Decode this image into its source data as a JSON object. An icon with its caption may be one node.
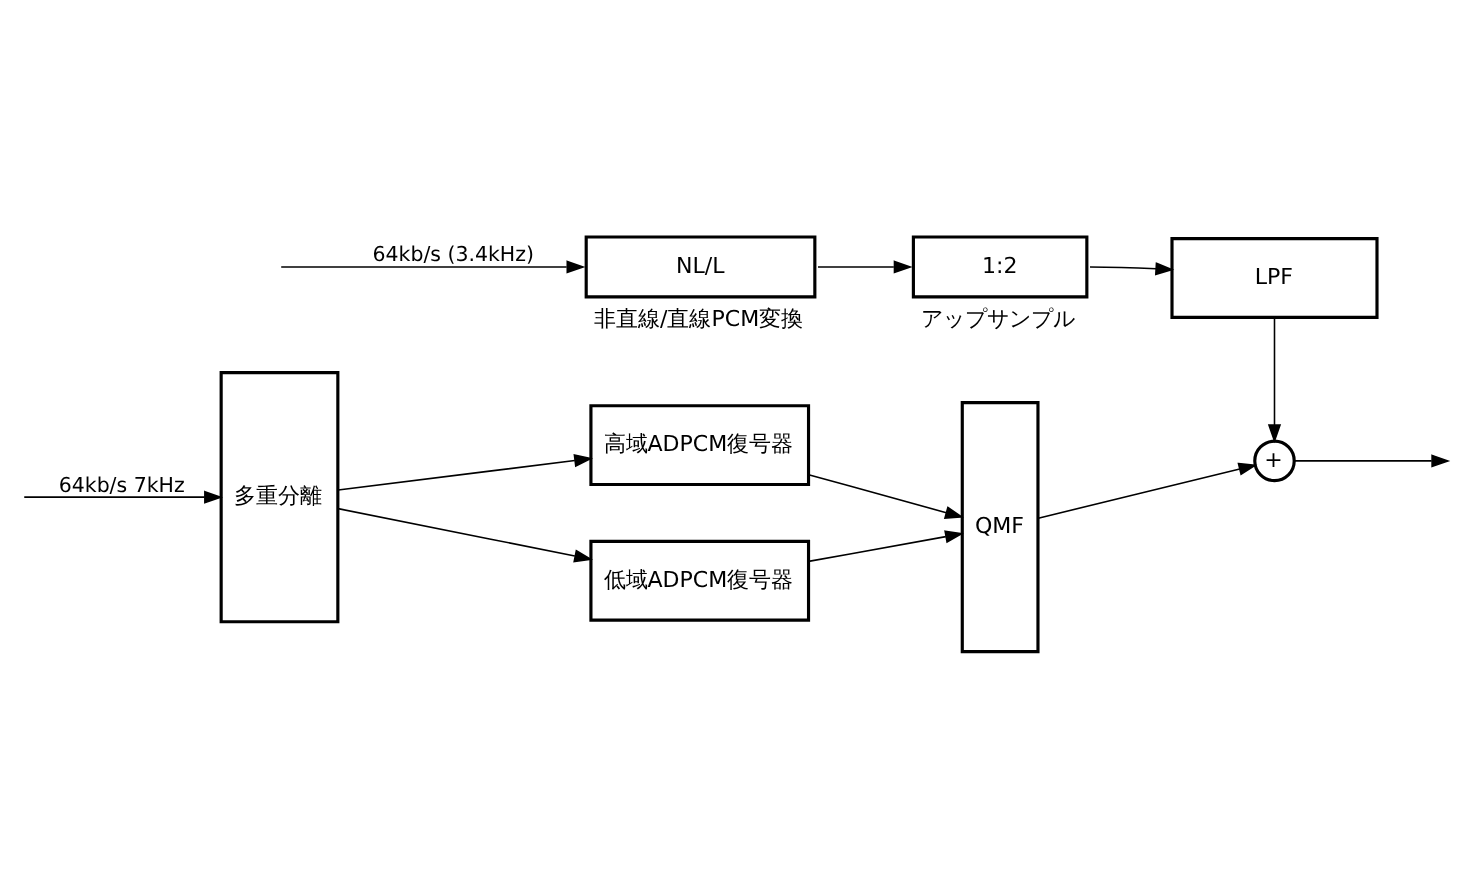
{
  "diagram": {
    "nodes": [
      {
        "text": [
          "多重分離"
        ]
      },
      {
        "text": [
          "高域ADPCM復号器"
        ]
      },
      {
        "text": [
          "低域ADPCM復号器"
        ]
      },
      {
        "text": [
          "QMF"
        ]
      },
      {
        "text": [
          "+"
        ]
      },
      {
        "text": [
          "NL/L"
        ],
        "beside": [
          "非直線/直線PCM変換"
        ]
      },
      {
        "text": [
          "1:2"
        ],
        "beside": [
          "アップサンプル"
        ]
      },
      {
        "text": [
          "LPF"
        ]
      }
    ],
    "edges": [
      {
        "from": null,
        "to": 0,
        "arrow": "to",
        "label": "64kb/s 7kHz"
      },
      {
        "from": 0,
        "to": 1,
        "arrow": "to"
      },
      {
        "from": 0,
        "to": 2,
        "arrow": "to"
      },
      {
        "from": 1,
        "to": 3,
        "arrow": "to"
      },
      {
        "from": 2,
        "to": 3,
        "arrow": "to"
      },
      {
        "from": 3,
        "to": 4,
        "arrow": "to"
      },
      {
        "from": 4,
        "to": null,
        "arrow": "to"
      },
      {
        "from": null,
        "to": 5,
        "arrow": "to",
        "label": "64kb/s (3.4kHz)"
      },
      {
        "from": 5,
        "to": 6,
        "arrow": "to"
      },
      {
        "from": 6,
        "to": 7,
        "arrow": "to"
      },
      {
        "from": 7,
        "to": 4,
        "arrow": "to"
      }
    ]
  }
}
